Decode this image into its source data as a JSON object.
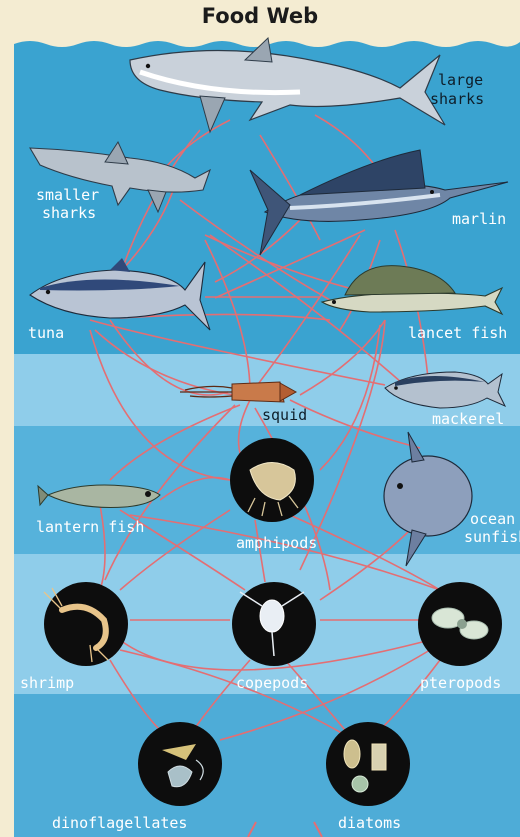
{
  "title": "Food Web",
  "colors": {
    "water_top": "#3aa3d0",
    "water_band": "#8fcdea",
    "link": "#e46e73",
    "frame": "#f4ecd2"
  },
  "organisms": {
    "large_sharks": [
      "large",
      "sharks"
    ],
    "smaller_sharks": [
      "smaller",
      "sharks"
    ],
    "marlin": "marlin",
    "tuna": "tuna",
    "lancet_fish": "lancet fish",
    "squid": "squid",
    "mackerel": "mackerel",
    "lantern_fish": "lantern fish",
    "amphipods": "amphipods",
    "ocean_sunfish": [
      "ocean",
      "sunfish"
    ],
    "shrimp": "shrimp",
    "copepods": "copepods",
    "pteropods": "pteropods",
    "dinoflagellates": "dinoflagellates",
    "diatoms": "diatoms"
  },
  "icons": [
    "shark-icon",
    "marlin-icon",
    "tuna-icon",
    "lancet-fish-icon",
    "squid-icon",
    "mackerel-icon",
    "lantern-fish-icon",
    "sunfish-icon",
    "amphipod-icon",
    "shrimp-icon",
    "copepod-icon",
    "pteropod-icon",
    "dinoflagellate-icon",
    "diatom-icon"
  ]
}
